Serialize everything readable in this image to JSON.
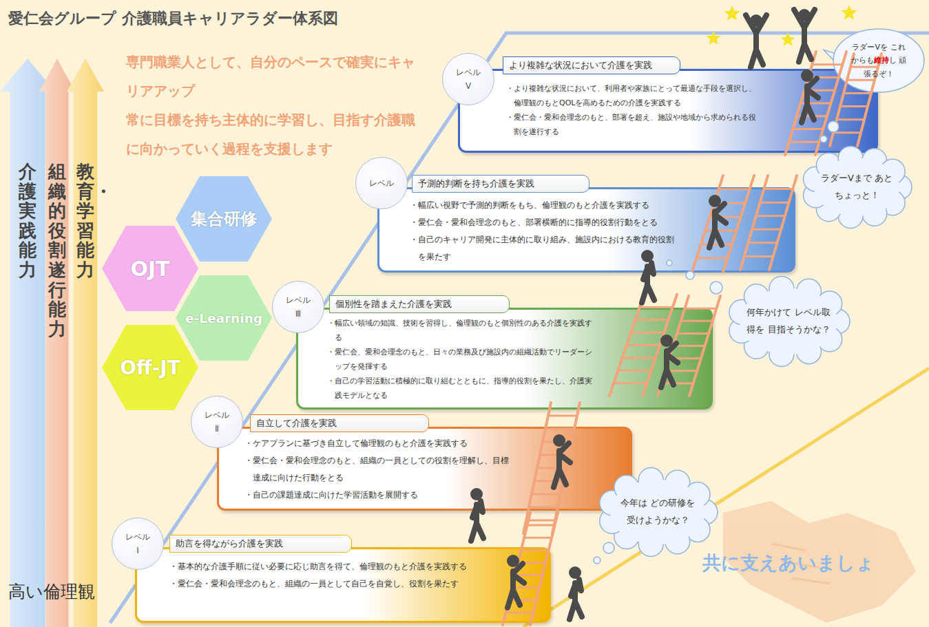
{
  "diagram": {
    "title": "愛仁会グループ 介護職員キャリアラダー体系図",
    "nodes": [
      {
        "text": [
          "介護実践能力"
        ]
      },
      {
        "text": [
          "組織的役割遂行能力"
        ]
      },
      {
        "text": [
          "教育・学習能力"
        ]
      },
      {
        "text": [
          "集合研修"
        ]
      },
      {
        "text": [
          "OJT"
        ]
      },
      {
        "text": [
          "e-Learning"
        ]
      },
      {
        "text": [
          "Off-JT"
        ]
      },
      {
        "text": [
          "ラダーⅤを これからも",
          "維持",
          "し 頑張るぞ！"
        ]
      },
      {
        "text": [
          "レベル Ⅴ"
        ]
      },
      {
        "text": [
          "より複雑な状況において介護を実践",
          "・より複雑な状況において、利用者や家族にとって最適な手段を選択し、倫理観のもとQOLを高めるための介護を実践する",
          "・愛仁会・愛和会理念のもと、部署を超え、施設や地域から求められる役割を遂行する"
        ]
      },
      {
        "text": [
          "ラダーⅤまで あとちょっと！"
        ]
      },
      {
        "text": [
          "レベル"
        ]
      },
      {
        "text": [
          "予測的判断を持ち介護を実践",
          "・幅広い視野で予測的判断をもち、倫理観のもと介護を実践する",
          "・愛仁会・愛和会理念のもと、部署横断的に指導的役割行動をとる",
          "・自己のキャリア開発に主体的に取り組み、施設内における教育的役割を果たす"
        ]
      },
      {
        "text": [
          "何年かけて レベル取得を 目指そうかな？"
        ]
      },
      {
        "text": [
          "レベル Ⅲ"
        ]
      },
      {
        "text": [
          "個別性を踏まえた介護を実践",
          "・幅広い領域の知識、技術を習得し、倫理観のもと個別性のある介護を実践する",
          "・愛仁会、愛和会理念のもと、日々の業務及び施設内の組織活動でリーダーシップを発揮する",
          "・自己の学習活動に積極的に取り組むとともに、指導的役割を果たし、介護実践モデルとなる"
        ]
      },
      {
        "text": [
          "レベル Ⅱ"
        ]
      },
      {
        "text": [
          "自立して介護を実践",
          "・ケアプランに基づき自立して倫理観のもと介護を実践する",
          "・愛仁会・愛和会理念のもと、組織の一員としての役割を理解し、目標達成に向けた行動をとる",
          "・自己の課題達成に向けた学習活動を展開する"
        ]
      },
      {
        "text": [
          "今年は どの研修を 受けようかな？"
        ]
      },
      {
        "text": [
          "レベル Ⅰ"
        ]
      },
      {
        "text": [
          "助言を得ながら介護を実践",
          "・基本的な介護手順に従い必要に応じ助言を得て、倫理観のもと介護を実践する",
          "・愛仁会・愛和会理念のもと、組織の一員として自己を自覚し、役割を果たす"
        ]
      }
    ],
    "labels": [
      "専門職業人として、自分のペースで確実にキャリアアップ",
      "常に目標を持ち主体的に学習し、目指す介護職に向かっていく過程を支援します",
      "高い倫理観",
      "共に支えあいましょ"
    ]
  }
}
